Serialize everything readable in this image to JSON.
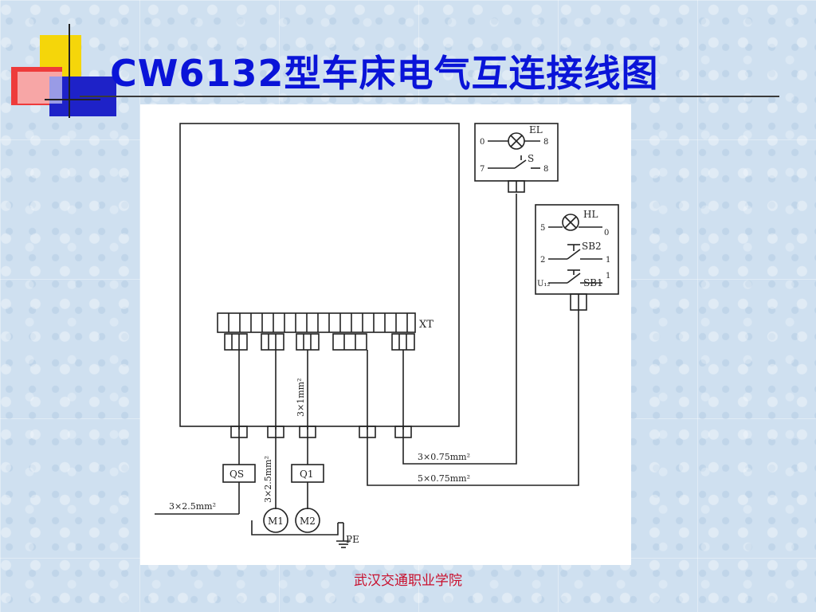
{
  "slide": {
    "title": "CW6132型车床电气互连接线图",
    "footer": "武汉交通职业学院"
  },
  "colors": {
    "title": "#0a14d8",
    "footer": "#c8102e",
    "deco_yellow": "#f5d60a",
    "deco_red": "#ee3b3b",
    "deco_blue": "#1e22c8"
  },
  "diagram": {
    "terminal_block": "XT",
    "switch_qs": "QS",
    "breaker_q1": "Q1",
    "motor_1": "M1",
    "motor_2": "M2",
    "ground": "PE",
    "lamp_el": "EL",
    "switch_s": "S",
    "lamp_hl": "HL",
    "button_sb2": "SB2",
    "button_sb1": "SB1",
    "cable_inner": "3×1mm²",
    "cable_motor": "3×2.5mm²",
    "cable_supply": "3×2.5mm²",
    "cable_el": "3×0.75mm²",
    "cable_hl": "5×0.75mm²",
    "el_box": {
      "t0": "0",
      "t8a": "8",
      "t7": "7",
      "t8b": "8"
    },
    "hl_box": {
      "t5": "5",
      "t0": "0",
      "t2": "2",
      "t1a": "1",
      "tU": "U₁₂",
      "t1b": "1"
    }
  }
}
